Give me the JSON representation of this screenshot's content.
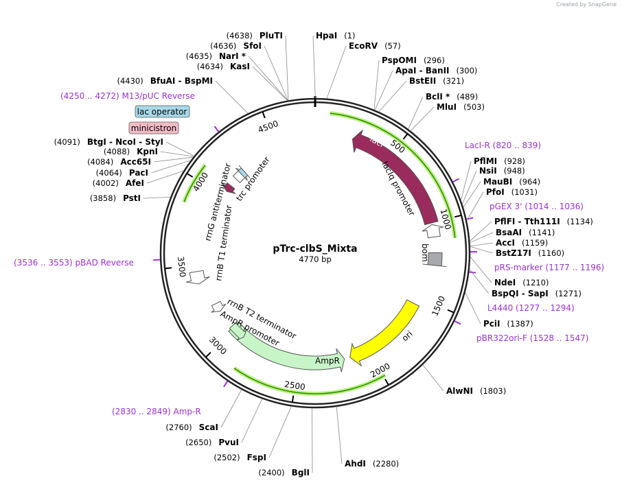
{
  "credit": "Created by SnapGene",
  "plasmid": {
    "name": "pTrc-clbS_Mixta",
    "size": "4770 bp",
    "length": 4770
  },
  "ticks": [
    "500",
    "1000",
    "1500",
    "2000",
    "2500",
    "3000",
    "3500",
    "4000",
    "4500"
  ],
  "tick_values": [
    500,
    1000,
    1500,
    2000,
    2500,
    3000,
    3500,
    4000,
    4500
  ],
  "enzymes_right": [
    {
      "pos": 1,
      "name": "HpaI",
      "pos_text": "(1)"
    },
    {
      "pos": 57,
      "name": "EcoRV",
      "pos_text": "(57)"
    },
    {
      "pos": 296,
      "name": "PspOMI",
      "pos_text": "(296)"
    },
    {
      "pos": 300,
      "name": "ApaI  -  BanII",
      "pos_text": "(300)"
    },
    {
      "pos": 321,
      "name": "BstEII",
      "pos_text": "(321)"
    },
    {
      "pos": 489,
      "name": "BclI *",
      "pos_text": "(489)"
    },
    {
      "pos": 503,
      "name": "MluI",
      "pos_text": "(503)"
    },
    {
      "pos": 928,
      "name": "PflMI",
      "pos_text": "(928)"
    },
    {
      "pos": 948,
      "name": "NsiI",
      "pos_text": "(948)"
    },
    {
      "pos": 964,
      "name": "MauBI",
      "pos_text": "(964)"
    },
    {
      "pos": 1031,
      "name": "PfoI",
      "pos_text": "(1031)"
    },
    {
      "pos": 1134,
      "name": "PflFI  -  Tth111I",
      "pos_text": "(1134)"
    },
    {
      "pos": 1141,
      "name": "BsaAI",
      "pos_text": "(1141)"
    },
    {
      "pos": 1159,
      "name": "AccI",
      "pos_text": "(1159)"
    },
    {
      "pos": 1160,
      "name": "BstZ17I",
      "pos_text": "(1160)"
    },
    {
      "pos": 1210,
      "name": "NdeI",
      "pos_text": "(1210)"
    },
    {
      "pos": 1271,
      "name": "BspQI  -  SapI",
      "pos_text": "(1271)"
    },
    {
      "pos": 1387,
      "name": "PciI",
      "pos_text": "(1387)"
    },
    {
      "pos": 1803,
      "name": "AlwNI",
      "pos_text": "(1803)"
    },
    {
      "pos": 2280,
      "name": "AhdI",
      "pos_text": "(2280)"
    }
  ],
  "enzymes_left": [
    {
      "pos": 4638,
      "name": "PluTI",
      "pos_text": "(4638)"
    },
    {
      "pos": 4636,
      "name": "SfoI",
      "pos_text": "(4636)"
    },
    {
      "pos": 4635,
      "name": "NarI *",
      "pos_text": "(4635)"
    },
    {
      "pos": 4634,
      "name": "KasI",
      "pos_text": "(4634)"
    },
    {
      "pos": 4430,
      "name": "BfuAI  -  BspMI",
      "pos_text": "(4430)"
    },
    {
      "pos": 4091,
      "name": "BtgI  -  NcoI  -  StyI",
      "pos_text": "(4091)"
    },
    {
      "pos": 4088,
      "name": "KpnI",
      "pos_text": "(4088)"
    },
    {
      "pos": 4084,
      "name": "Acc65I",
      "pos_text": "(4084)"
    },
    {
      "pos": 4064,
      "name": "PacI",
      "pos_text": "(4064)"
    },
    {
      "pos": 4002,
      "name": "AfeI",
      "pos_text": "(4002)"
    },
    {
      "pos": 3858,
      "name": "PstI",
      "pos_text": "(3858)"
    },
    {
      "pos": 2760,
      "name": "ScaI",
      "pos_text": "(2760)"
    },
    {
      "pos": 2650,
      "name": "PvuI",
      "pos_text": "(2650)"
    },
    {
      "pos": 2502,
      "name": "FspI",
      "pos_text": "(2502)"
    },
    {
      "pos": 2400,
      "name": "BglI",
      "pos_text": "(2400)"
    }
  ],
  "primers": [
    {
      "name": "LacI-R",
      "range": "(820 .. 839)",
      "pos": 830
    },
    {
      "name": "pGEX 3'",
      "range": "(1014 .. 1036)",
      "pos": 1025
    },
    {
      "name": "pRS-marker",
      "range": "(1177 .. 1196)",
      "pos": 1186
    },
    {
      "name": "L4440",
      "range": "(1277 .. 1294)",
      "pos": 1285
    },
    {
      "name": "pBR322ori-F",
      "range": "(1528 .. 1547)",
      "pos": 1537
    },
    {
      "name": "Amp-R",
      "range": "(2830 .. 2849)",
      "pos": 2840
    },
    {
      "name": "pBAD Reverse",
      "range": "(3536 .. 3553)",
      "pos": 3545
    },
    {
      "name": "M13/pUC Reverse",
      "range": "(4250 .. 4272)",
      "pos": 4261
    }
  ],
  "features": {
    "lacI": "lacI",
    "laciq_promoter": "lacIq promoter",
    "bom": "bom",
    "ori": "ori",
    "ampr": "AmpR",
    "ampr_promoter": "AmpR promoter",
    "rrnb_t2": "rrnB T2 terminator",
    "rrnb_t1": "rrnB T1 terminator",
    "rrng": "rrnG antiterminator",
    "trc": "trc promoter",
    "lac_operator": "lac operator",
    "minicistron": "minicistron"
  },
  "colors": {
    "lacI": "#9a2b5d",
    "ori": "#ffff00",
    "ampr": "#c8f5c8",
    "bom": "#a7a9ad",
    "lac_operator": "#a8d8e8",
    "minicistron": "#f2bcc6",
    "orf_arc": "#2a8a00",
    "orf_glow": "#b8f07a",
    "primer": "#9b30d9"
  }
}
